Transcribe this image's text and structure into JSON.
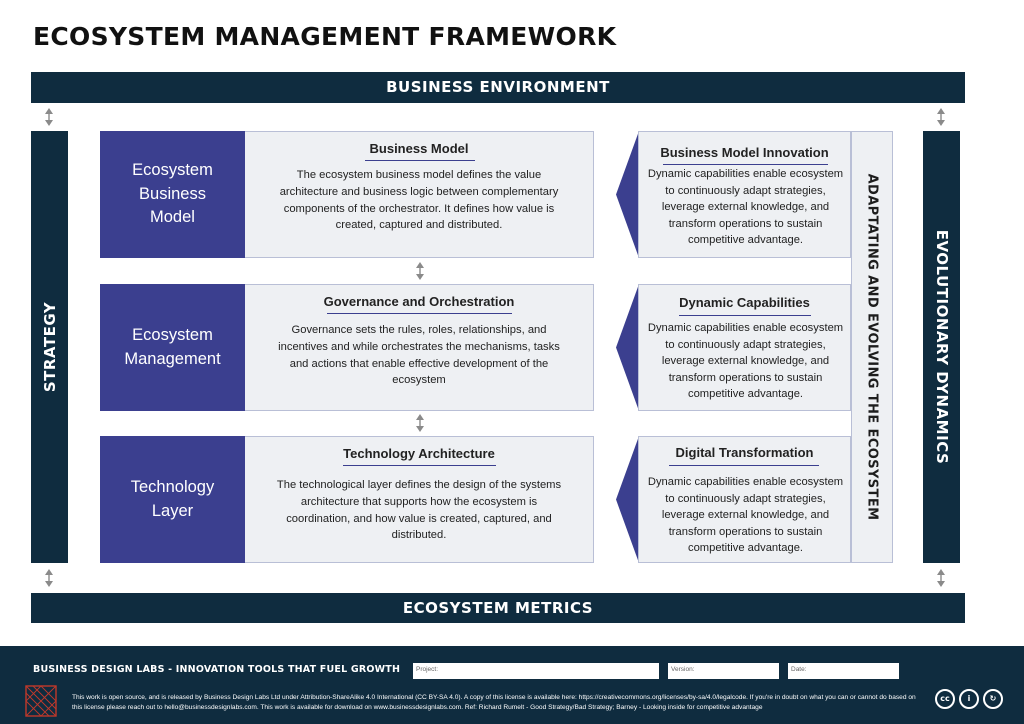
{
  "title": "ECOSYSTEM MANAGEMENT FRAMEWORK",
  "bands": {
    "top": "BUSINESS ENVIRONMENT",
    "bottom": "ECOSYSTEM METRICS",
    "left": "STRATEGY",
    "right": "EVOLUTIONARY DYNAMICS",
    "adapt": "ADAPTATING AND EVOLVING THE ECOSYSTEM"
  },
  "layers": [
    {
      "label": "Ecosystem\nBusiness\nModel",
      "heading": "Business Model",
      "body": "The ecosystem business model defines the value architecture and business logic between complementary components of the orchestrator. It defines how value is created, captured and distributed."
    },
    {
      "label": "Ecosystem\nManagement",
      "heading": "Governance and Orchestration",
      "body": "Governance sets the rules, roles, relationships, and incentives and while orchestrates the mechanisms, tasks and actions that enable effective development of the ecosystem"
    },
    {
      "label": "Technology\nLayer",
      "heading": "Technology Architecture",
      "body": "The technological layer defines the design of the systems architecture that supports how the ecosystem is coordination, and how value is created, captured, and distributed."
    }
  ],
  "innovation": [
    {
      "heading": "Business Model Innovation",
      "body": "Dynamic capabilities enable ecosystem to continuously adapt strategies, leverage external knowledge, and transform operations to sustain competitive advantage."
    },
    {
      "heading": "Dynamic Capabilities",
      "body": "Dynamic capabilities enable ecosystem to continuously adapt strategies, leverage external knowledge, and transform operations to sustain competitive advantage."
    },
    {
      "heading": "Digital Transformation",
      "body": "Dynamic capabilities enable ecosystem to continuously adapt strategies, leverage external knowledge, and transform operations to sustain competitive advantage."
    }
  ],
  "footer": {
    "brand": "BUSINESS DESIGN LABS - INNOVATION TOOLS THAT FUEL GROWTH",
    "project_label": "Project:",
    "version_label": "Version:",
    "date_label": "Date:",
    "license": "This work is open source, and is released by Business Design Labs Ltd under Attribution-ShareAlike 4.0 International (CC BY-SA 4.0). A copy of this license is available here: https://creativecommons.org/licenses/by-sa/4.0/legalcode. If you're in doubt on what you can or cannot do based on this license please reach out to hello@businessdesignlabs.com. This work is available for download on www.businessdesignlabs.com. Ref: Richard Rumelt - Good Strategy/Bad Strategy; Barney - Looking inside for competitive advantage",
    "cc_icons": [
      "cc-icon",
      "by-icon",
      "sa-icon"
    ],
    "cc_text": [
      "cc",
      "i",
      "↻"
    ]
  },
  "colors": {
    "navy": "#0f2c3f",
    "indigo": "#3b3f8f",
    "panel": "#eef0f3"
  }
}
